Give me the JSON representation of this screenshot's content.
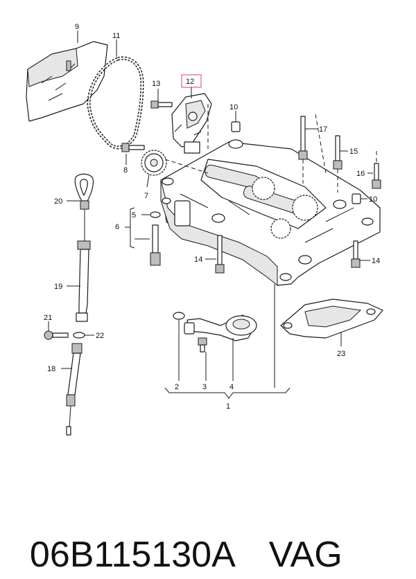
{
  "callouts": {
    "c1": "1",
    "c2": "2",
    "c3": "3",
    "c4": "4",
    "c5": "5",
    "c6": "6",
    "c7": "7",
    "c8": "8",
    "c9": "9",
    "c10a": "10",
    "c10b": "10",
    "c11": "11",
    "c12": "12",
    "c13": "13",
    "c14a": "14",
    "c14b": "14",
    "c15": "15",
    "c16": "16",
    "c17": "17",
    "c18": "18",
    "c19": "19",
    "c20": "20",
    "c21": "21",
    "c22": "22",
    "c23": "23"
  },
  "footer": {
    "part_number": "06B115130A",
    "brand": "VAG"
  },
  "colors": {
    "highlight": "#e5788a",
    "line": "#1a1a1a"
  }
}
